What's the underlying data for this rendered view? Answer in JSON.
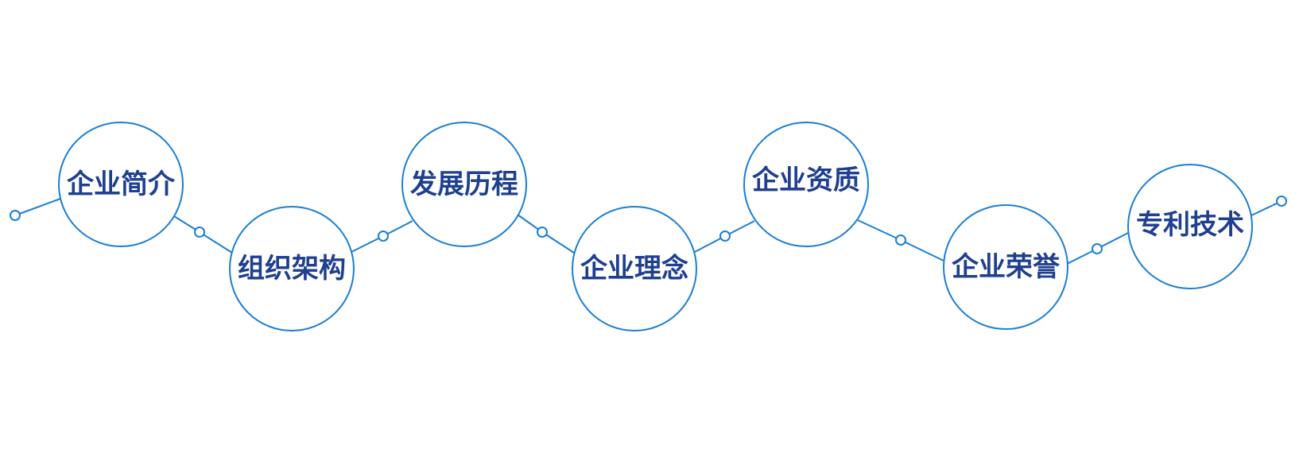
{
  "colors": {
    "line": "#1a7fd4",
    "text": "#1f3f8f",
    "background": "#ffffff"
  },
  "nodes": [
    {
      "label": "企业简介"
    },
    {
      "label": "组织架构"
    },
    {
      "label": "发展历程"
    },
    {
      "label": "企业理念"
    },
    {
      "label": "企业资质"
    },
    {
      "label": "企业荣誉"
    },
    {
      "label": "专利技术"
    }
  ]
}
